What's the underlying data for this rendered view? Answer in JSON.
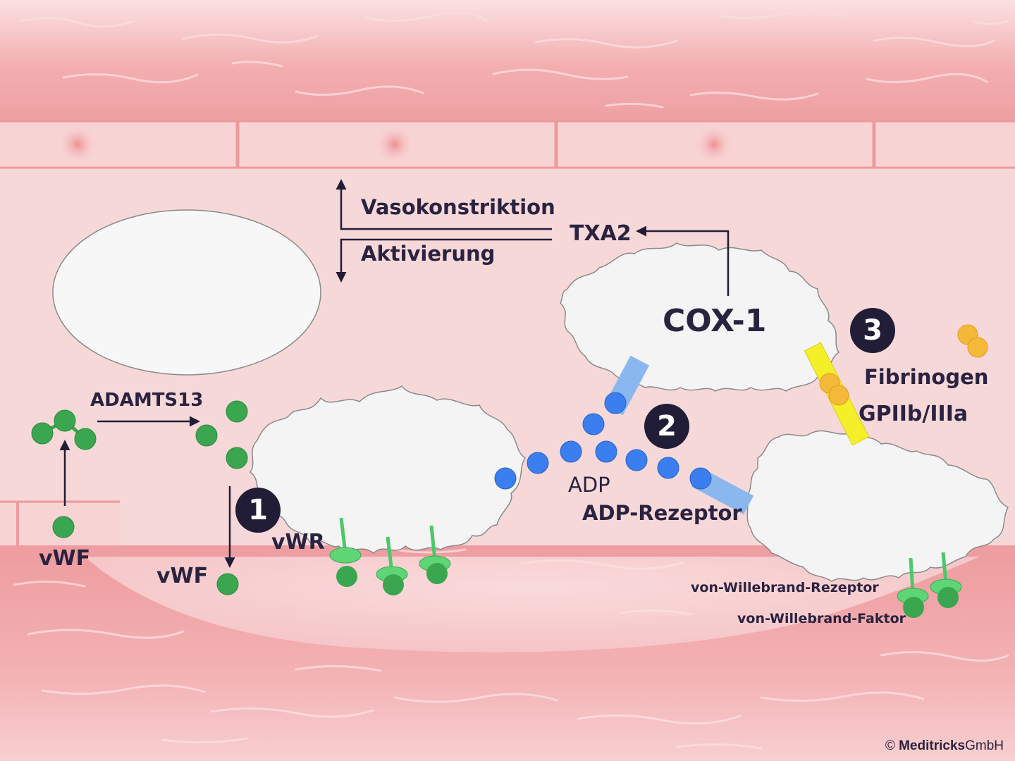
{
  "labels": {
    "vasokonstriktion": "Vasokonstriktion",
    "aktivierung": "Aktivierung",
    "txa2": "TXA2",
    "cox1": "COX-1",
    "adamts13": "ADAMTS13",
    "vwf_left": "vWF",
    "vwf_mid": "vWF",
    "vwr": "vWR",
    "adp": "ADP",
    "adp_rezeptor": "ADP-Rezeptor",
    "fibrinogen": "Fibrinogen",
    "gp": "GPIIb/IIIa",
    "vw_rezeptor": "von-Willebrand-Rezeptor",
    "vw_faktor": "von-Willebrand-Faktor"
  },
  "steps": [
    "1",
    "2",
    "3"
  ],
  "copyright": {
    "symbol": "©",
    "brand": "Meditricks",
    "suffix": "GmbH"
  },
  "colors": {
    "vessel_wall": "#f2a9ab",
    "endothelium": "#f8d3d4",
    "platelet": "#f3f3f3",
    "vwf_green": "#3aa64f",
    "receptor_green": "#5fd676",
    "adp_blue": "#3b7ef0",
    "adp_receptor": "#8ab8ee",
    "gp_yellow": "#f5ef2a",
    "fibrinogen_orange": "#f5b93a",
    "badge": "#221d36",
    "text": "#2a2340"
  }
}
